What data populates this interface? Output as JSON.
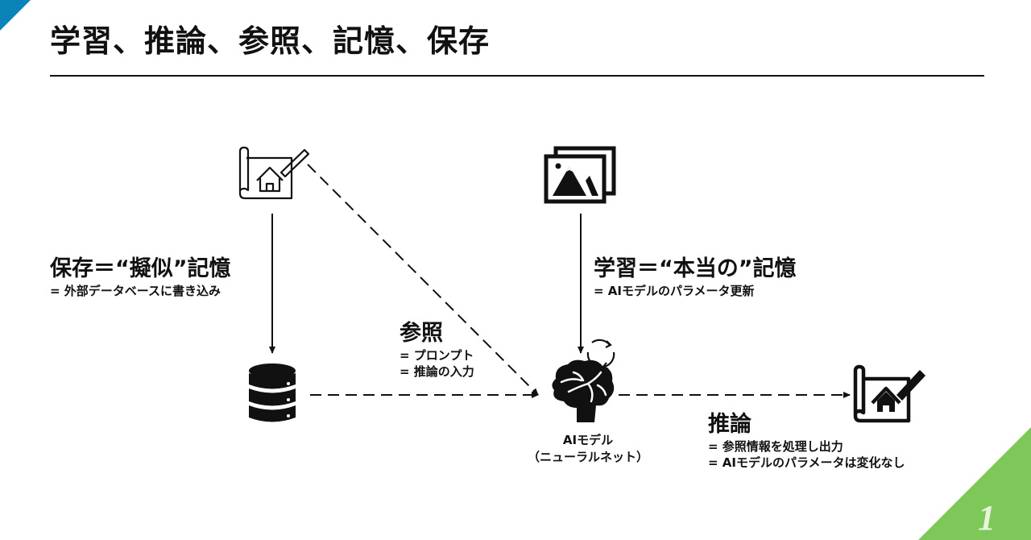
{
  "title": "学習、推論、参照、記憶、保存",
  "labels": {
    "storage": {
      "head": "保存＝“擬似”記憶",
      "sub": "= 外部データベースに書き込み"
    },
    "learning": {
      "head": "学習＝“本当の”記憶",
      "sub": "= AIモデルのパラメータ更新"
    },
    "reference": {
      "head": "参照",
      "sub1": "= プロンプト",
      "sub2": "= 推論の入力"
    },
    "inference": {
      "head": "推論",
      "sub1": "= 参照情報を処理し出力",
      "sub2": "= AIモデルのパラメータは変化なし"
    },
    "ai_model": {
      "line1": "AIモデル",
      "line2": "（ニューラルネット）"
    }
  },
  "icons": {
    "source_document": "blueprint-house-icon",
    "training_images": "image-gallery-icon",
    "database": "database-icon",
    "ai_model": "brain-icon",
    "update_cycle": "refresh-cycle-icon",
    "output_document": "blueprint-house-icon"
  },
  "colors": {
    "accent_blue": "#0a84b8",
    "accent_green": "#7ec85a"
  },
  "page_number": "1"
}
